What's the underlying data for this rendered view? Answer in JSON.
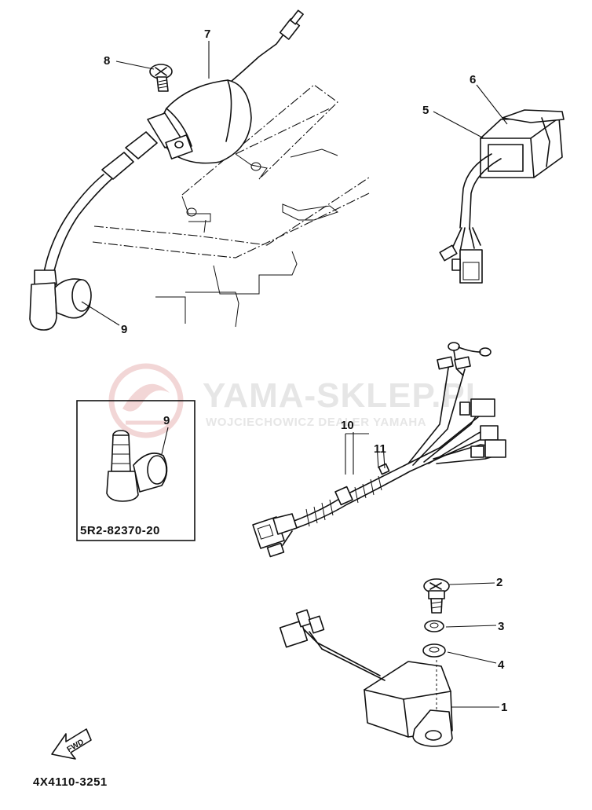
{
  "watermark": {
    "brand": "YAMA-SKLEP.PL",
    "subtitle": "WOJCIECHOWICZ DEALER YAMAHA",
    "logo_color": "#e8b6b6",
    "text_color": "#e6e6e6"
  },
  "callouts": {
    "c1": "1",
    "c2": "2",
    "c3": "3",
    "c4": "4",
    "c5": "5",
    "c6": "6",
    "c7": "7",
    "c8": "8",
    "c9": "9",
    "c9_inset": "9",
    "c10": "10",
    "c11": "11"
  },
  "inset": {
    "part_number": "5R2-82370-20"
  },
  "direction_arrow": {
    "label": "FWD"
  },
  "diagram_code": "4X4110-3251"
}
